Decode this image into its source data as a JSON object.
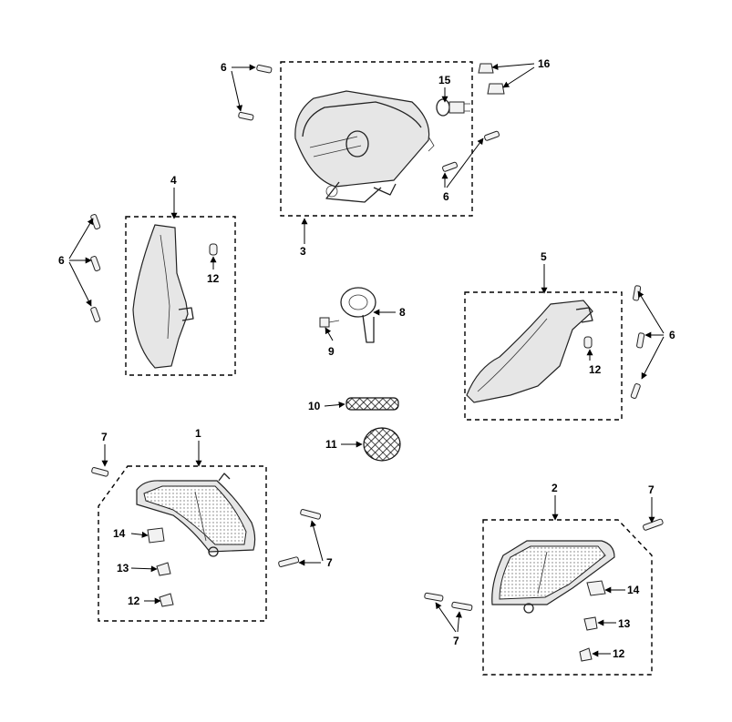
{
  "labels": {
    "l1": "1",
    "l2": "2",
    "l3": "3",
    "l4": "4",
    "l5": "5",
    "l6a": "6",
    "l6b": "6",
    "l6c": "6",
    "l6d": "6",
    "l7a": "7",
    "l7b": "7",
    "l7c": "7",
    "l7d": "7",
    "l8": "8",
    "l9": "9",
    "l10": "10",
    "l11": "11",
    "l12a": "12",
    "l12b": "12",
    "l12c": "12",
    "l12d": "12",
    "l13a": "13",
    "l13b": "13",
    "l14a": "14",
    "l14b": "14",
    "l15": "15",
    "l16": "16"
  }
}
